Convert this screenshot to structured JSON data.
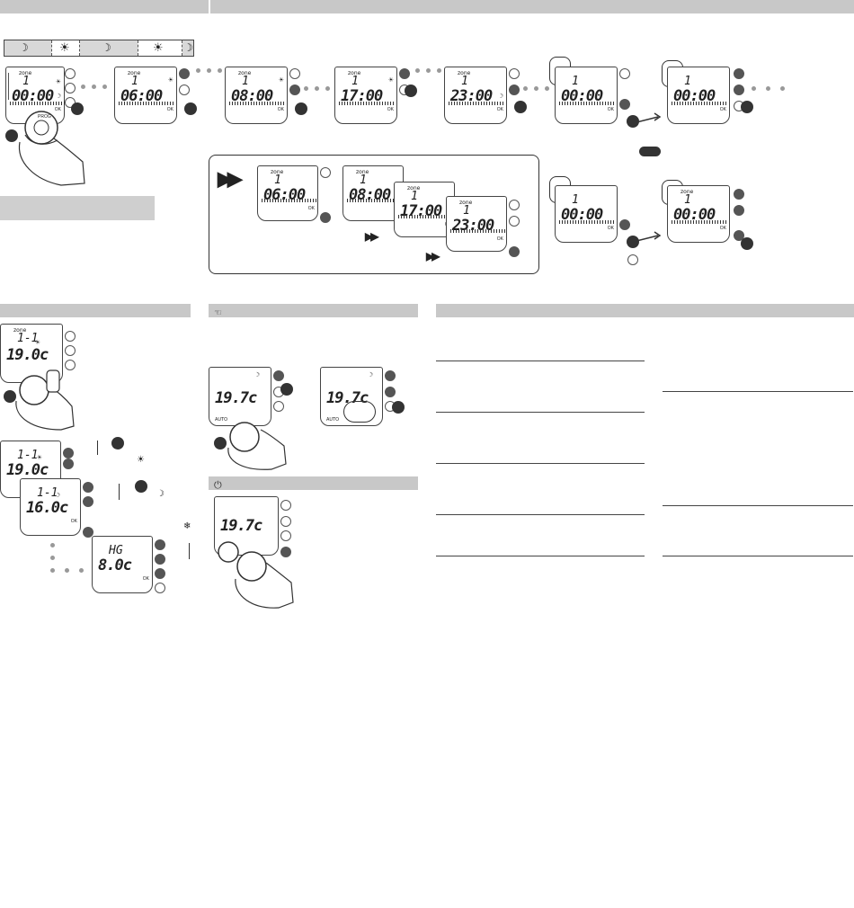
{
  "sections": {
    "top_left_bar": "",
    "top_right_bar": "",
    "mid_left_bar": "",
    "mid_center_bar_icon": "hand-hold-icon",
    "mid_right_bar": "",
    "standby_bar_icon": "power-icon"
  },
  "day_program": {
    "segments": [
      "moon",
      "sun",
      "moon",
      "sun",
      "moon"
    ]
  },
  "lcd_labels": {
    "zone": "zone",
    "ok": "OK",
    "prog": "PROG",
    "auto": "AUTO"
  },
  "program_steps": [
    {
      "zone": "1",
      "time": "00:00"
    },
    {
      "zone": "1",
      "time": "06:00"
    },
    {
      "zone": "1",
      "time": "08:00"
    },
    {
      "zone": "1",
      "time": "17:00"
    },
    {
      "zone": "1",
      "time": "23:00"
    },
    {
      "zone": "1",
      "time": "00:00"
    },
    {
      "zone": "1",
      "time": "00:00"
    }
  ],
  "fast_forward_steps": [
    {
      "zone": "1",
      "time": "06:00"
    },
    {
      "zone": "1",
      "time": "08:00"
    },
    {
      "zone": "1",
      "time": "17:00"
    },
    {
      "zone": "1",
      "time": "23:00"
    }
  ],
  "copy_steps": [
    {
      "zone": "1",
      "time": "00:00"
    },
    {
      "zone": "1",
      "time": "00:00"
    }
  ],
  "temperature_settings": {
    "first": {
      "zone": "1-1",
      "value": "19.0",
      "unit": "c"
    },
    "comfort": {
      "zone": "1-1",
      "value": "19.0",
      "unit": "c"
    },
    "eco": {
      "zone": "1-1",
      "value": "16.0",
      "unit": "c"
    },
    "frost": {
      "label": "HG",
      "value": "8.0",
      "unit": "c"
    }
  },
  "override": {
    "left": {
      "value": "19.7",
      "unit": "c"
    },
    "right": {
      "value": "19.7",
      "unit": "c"
    }
  },
  "standby": {
    "value": "19.7",
    "unit": "c"
  }
}
